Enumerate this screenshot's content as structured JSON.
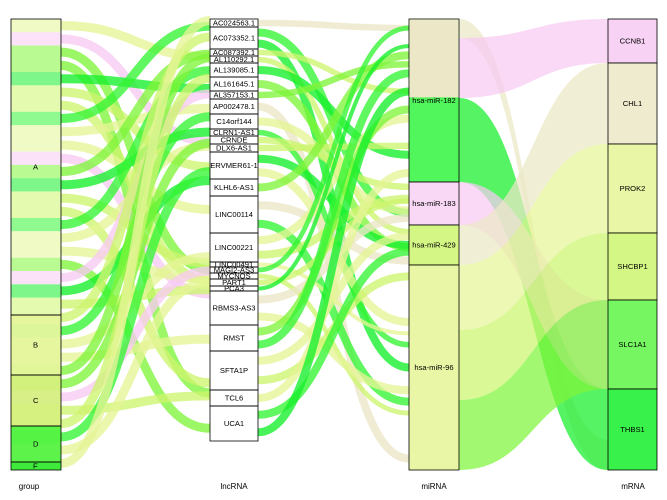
{
  "diagram": {
    "type": "alluvial",
    "columns": [
      {
        "key": "group",
        "label": "group"
      },
      {
        "key": "lncRNA",
        "label": "lncRNA"
      },
      {
        "key": "miRNA",
        "label": "miRNA"
      },
      {
        "key": "mRNA",
        "label": "mRNA"
      }
    ],
    "palette": {
      "pink": "#f7caf2",
      "tan": "#ece7c6",
      "yellow_green": "#e4f595",
      "lime": "#cdf56e",
      "bright_green": "#7ff53a",
      "green": "#33f533",
      "deep_green": "#15ef2a"
    },
    "nodes": {
      "group": [
        {
          "label": "A",
          "color": "#f5f5cc"
        },
        {
          "label": "B",
          "color": "#e4f59a"
        },
        {
          "label": "C",
          "color": "#d4f07a"
        },
        {
          "label": "D",
          "color": "#4ef23c"
        },
        {
          "label": "F",
          "color": "#2be82b"
        }
      ],
      "lncRNA": [
        {
          "label": "AC024563.1"
        },
        {
          "label": "AC073352.1"
        },
        {
          "label": "AC087392.1"
        },
        {
          "label": "AL110292.1"
        },
        {
          "label": "AL139085.1"
        },
        {
          "label": "AL161645.1"
        },
        {
          "label": "AL357153.1"
        },
        {
          "label": "AP002478.1"
        },
        {
          "label": "C14orf144"
        },
        {
          "label": "CLRN1-AS1"
        },
        {
          "label": "CRNDE"
        },
        {
          "label": "DLX6-AS1"
        },
        {
          "label": "ERVMER61-1"
        },
        {
          "label": "KLHL6-AS1"
        },
        {
          "label": "LINC00114"
        },
        {
          "label": "LINC00221"
        },
        {
          "label": "LINC00491"
        },
        {
          "label": "MAGI2-AS3"
        },
        {
          "label": "MYCNOS"
        },
        {
          "label": "PART1"
        },
        {
          "label": "PCA3"
        },
        {
          "label": "RBMS3-AS3"
        },
        {
          "label": "RMST"
        },
        {
          "label": "SFTA1P"
        },
        {
          "label": "TCL6"
        },
        {
          "label": "UCA1"
        }
      ],
      "miRNA": [
        {
          "label": "hsa-miR-182",
          "color": "#33f540"
        },
        {
          "label": "hsa-miR-183",
          "color": "#f7d1f3"
        },
        {
          "label": "hsa-miR-429",
          "color": "#cdf56e"
        },
        {
          "label": "hsa-miR-96",
          "color": "#e4f595"
        }
      ],
      "mRNA": [
        {
          "label": "CCNB1",
          "color": "#f7caf2"
        },
        {
          "label": "CHL1",
          "color": "#ece7c6"
        },
        {
          "label": "PROK2",
          "color": "#e4f595"
        },
        {
          "label": "SHCBP1",
          "color": "#cdf56e"
        },
        {
          "label": "SLC1A1",
          "color": "#5ef545"
        },
        {
          "label": "THBS1",
          "color": "#15ef2a"
        }
      ]
    }
  }
}
